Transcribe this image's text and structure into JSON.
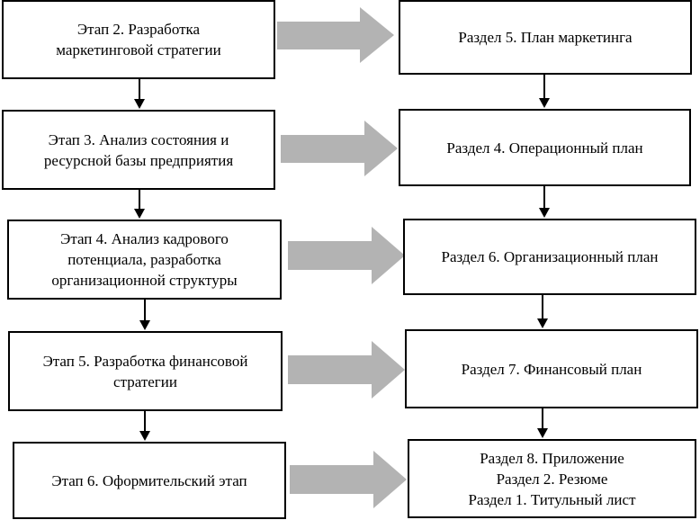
{
  "left_steps": [
    {
      "lines": [
        "Этап 2. Разработка",
        "маркетинговой стратегии"
      ]
    },
    {
      "lines": [
        "Этап 3. Анализ состояния и",
        "ресурсной базы предприятия"
      ]
    },
    {
      "lines": [
        "Этап 4. Анализ кадрового",
        "потенциала, разработка",
        "организационной структуры"
      ]
    },
    {
      "lines": [
        "Этап 5. Разработка финансовой",
        "стратегии"
      ]
    },
    {
      "lines": [
        "Этап 6. Оформительский этап"
      ]
    }
  ],
  "right_sections": [
    {
      "lines": [
        "Раздел 5. План маркетинга"
      ]
    },
    {
      "lines": [
        "Раздел 4. Операционный план"
      ]
    },
    {
      "lines": [
        "Раздел 6. Организационный план"
      ]
    },
    {
      "lines": [
        "Раздел 7. Финансовый план"
      ]
    },
    {
      "lines": [
        "Раздел 8. Приложение",
        "Раздел 2. Резюме",
        "Раздел 1. Титульный лист"
      ]
    }
  ],
  "colors": {
    "box_border": "#000000",
    "big_arrow": "#b3b3b3",
    "small_arrow": "#000000"
  }
}
